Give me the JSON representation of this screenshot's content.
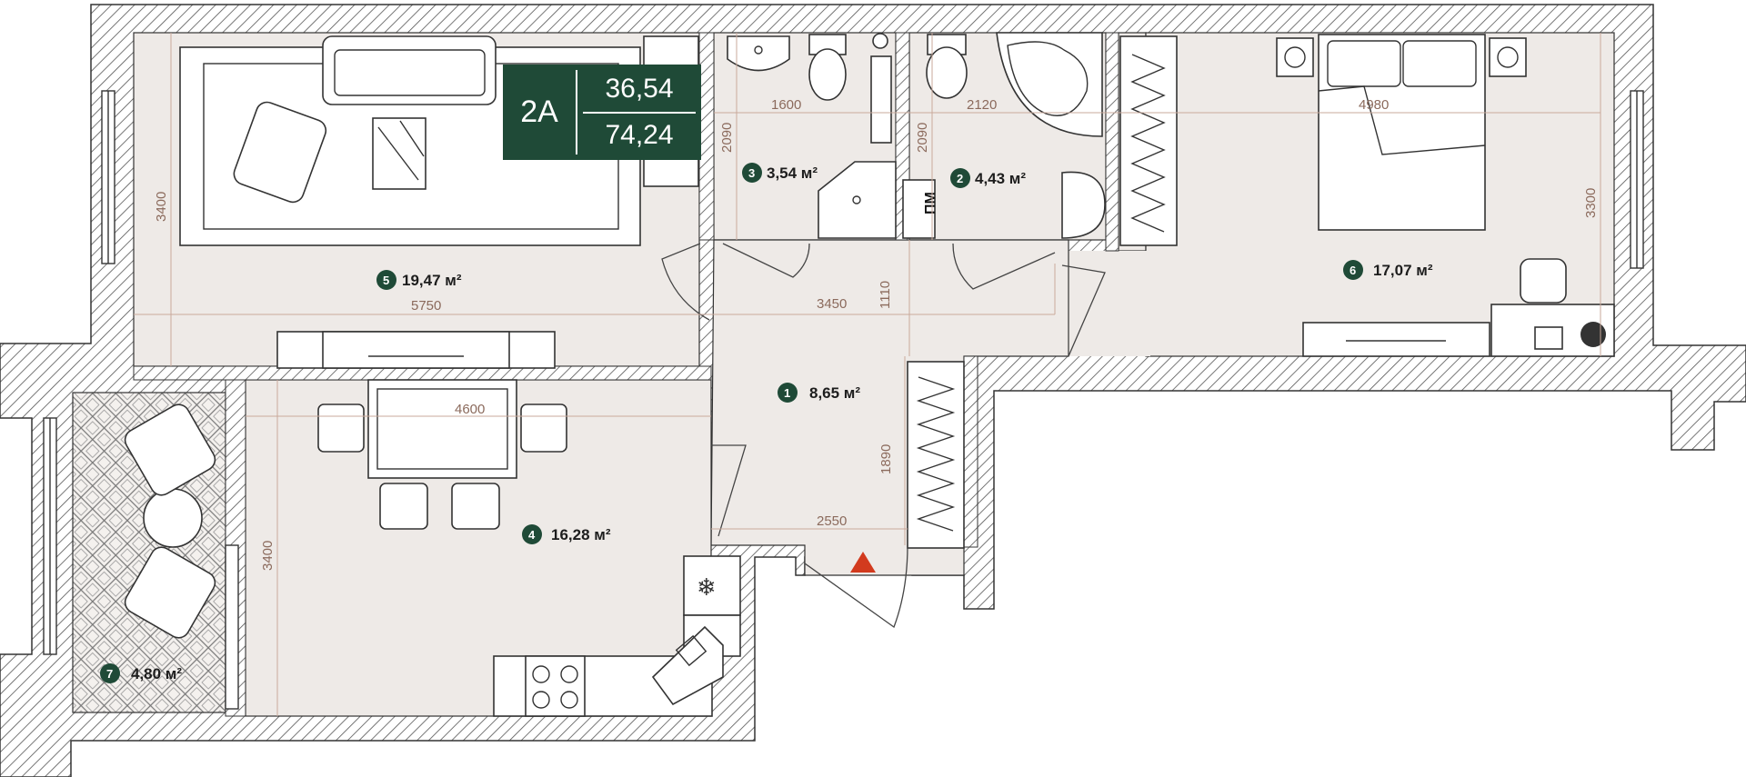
{
  "unit": {
    "label": "2A",
    "living_area": "36,54",
    "total_area": "74,24"
  },
  "rooms": [
    {
      "number": "1",
      "area": "8,65 м²"
    },
    {
      "number": "2",
      "area": "4,43 м²"
    },
    {
      "number": "3",
      "area": "3,54 м²"
    },
    {
      "number": "4",
      "area": "16,28 м²"
    },
    {
      "number": "5",
      "area": "19,47 м²"
    },
    {
      "number": "6",
      "area": "17,07 м²"
    },
    {
      "number": "7",
      "area": "4,80 м²"
    }
  ],
  "dimensions": [
    "1600",
    "2120",
    "4980",
    "2090",
    "2090",
    "3400",
    "3300",
    "5750",
    "3450",
    "1110",
    "4600",
    "1890",
    "2550",
    "3400"
  ],
  "labels": {
    "pm": "ПМ"
  },
  "colors": {
    "badge": "#1f4a37",
    "entrance_marker": "#d23a1e",
    "wall_hatch": "#555555",
    "floor": "#eeeae7"
  }
}
